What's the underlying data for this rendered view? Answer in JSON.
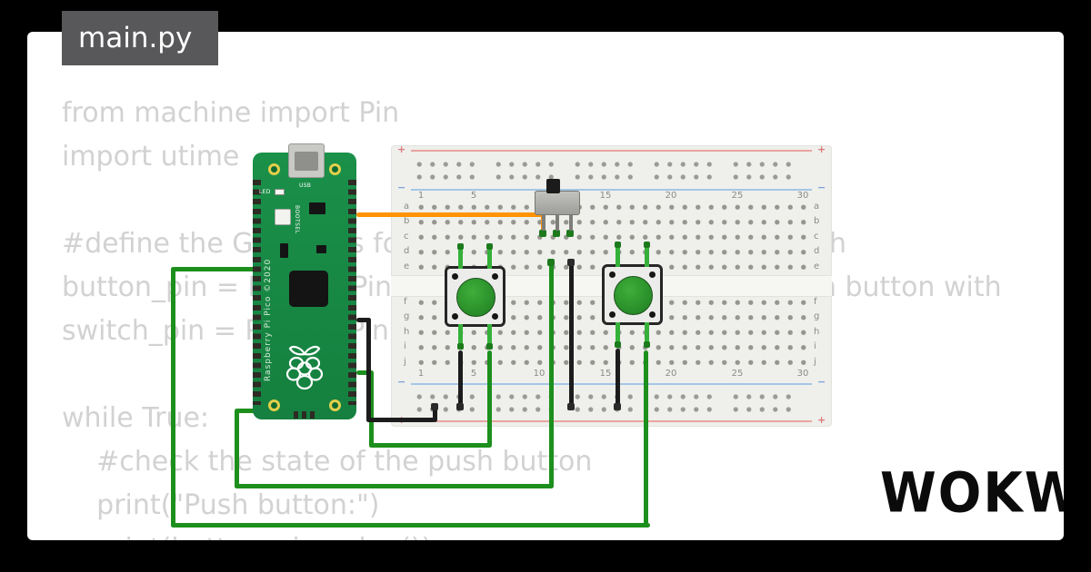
{
  "editor": {
    "filename": "main.py",
    "code_lines": [
      "from machine import Pin",
      "import utime",
      "",
      "#define the GPIO pins for the push button and the switch",
      "button_pin = Pin(16, Pin.IN, Pin.PULL_DOWN) # the push button with",
      "switch_pin = Pin(17, Pin.IN, Pin.PULL_DOWN)",
      "",
      "while True:",
      "    #check the state of the push button",
      "    print(\"Push button:\")",
      "    print(button_pin.value())"
    ]
  },
  "pico": {
    "board_text": "Raspberry Pi Pico ©2020",
    "bootsel_label": "BOOTSEL",
    "usb_label": "USB",
    "led_label": "LED"
  },
  "breadboard": {
    "column_numbers": [
      "1",
      "5",
      "10",
      "15",
      "20",
      "25",
      "30"
    ],
    "rows_top": [
      "a",
      "b",
      "c",
      "d",
      "e"
    ],
    "rows_bottom": [
      "f",
      "g",
      "h",
      "i",
      "j"
    ],
    "plus": "+",
    "minus": "−"
  },
  "logo": "WOKWI",
  "colors": {
    "wire_green": "#1d8f1d",
    "wire_orange": "#ff9301",
    "wire_black": "#1c1c1c",
    "pico_green": "#15803f",
    "button_cap_green": "#2f9e2f",
    "tab_bg": "#58585a",
    "code_text": "#d2d2d2"
  }
}
